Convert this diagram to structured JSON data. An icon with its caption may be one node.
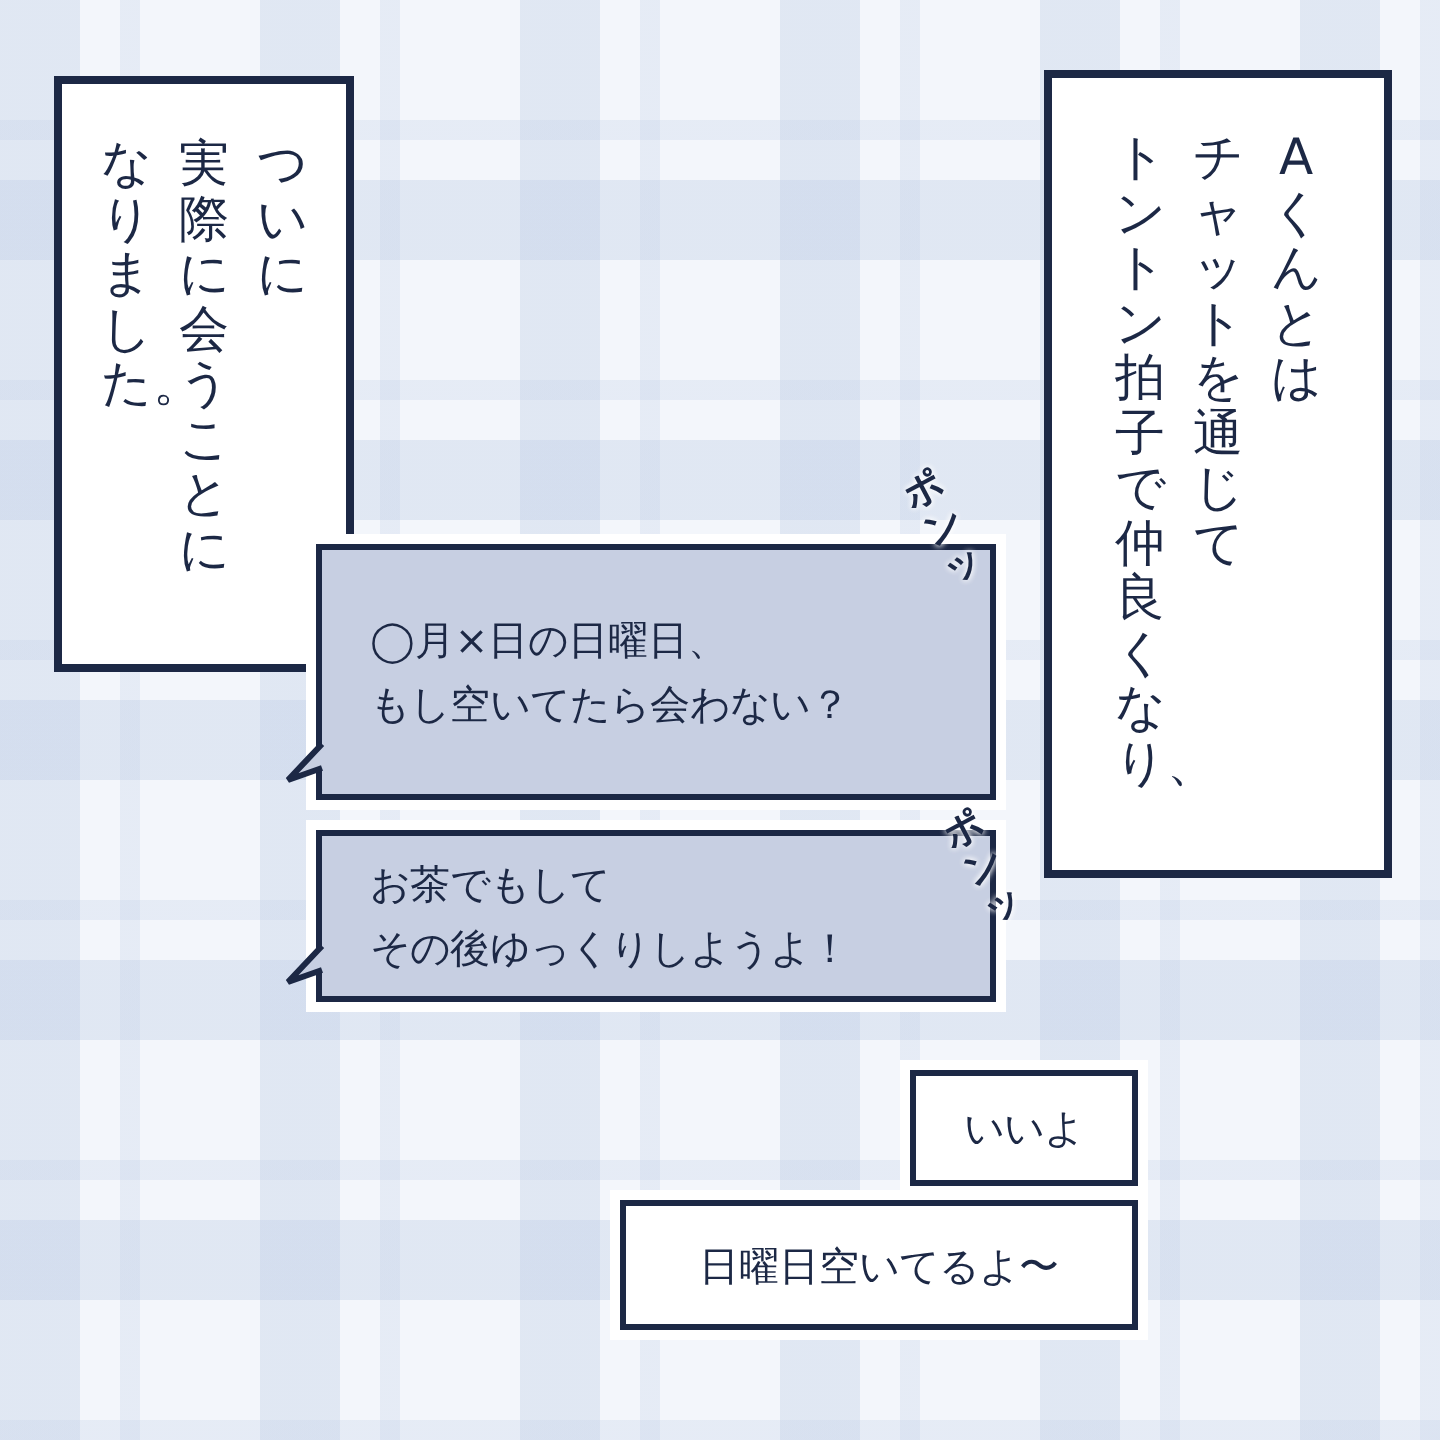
{
  "diagram": {
    "nodes": [
      {
        "text": [
          "なりました。",
          "実際に会うことに",
          "ついに"
        ]
      },
      {
        "text": [
          "トントン拍子で仲良くなり、",
          "チャットを通じて",
          "Aくんとは"
        ]
      },
      {
        "text": [
          "◯月×日の日曜日、",
          "もし空いてたら会わない？"
        ]
      },
      {
        "text": [
          "お茶でもして",
          "その後ゆっくりしようよ！"
        ]
      },
      {
        "text": [
          "いいよ"
        ]
      },
      {
        "text": [
          "日曜日空いてるよ〜"
        ]
      }
    ],
    "labels": [
      "ポンッ",
      "ポンッ"
    ]
  }
}
